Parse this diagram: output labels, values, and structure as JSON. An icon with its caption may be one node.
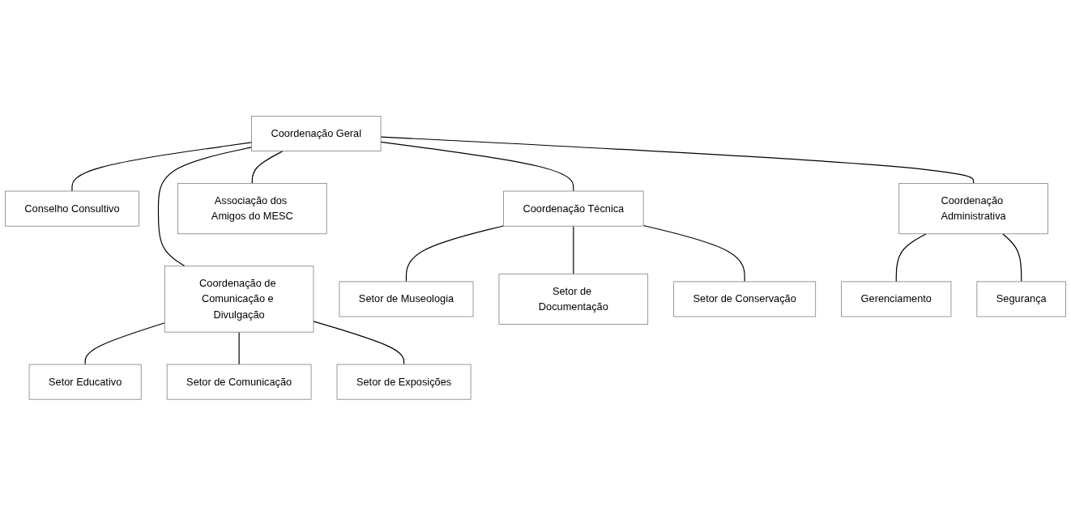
{
  "diagram": {
    "nodes": [
      {
        "text": [
          "Coordenação Geral"
        ]
      },
      {
        "text": [
          "Conselho Consultivo"
        ]
      },
      {
        "text": [
          "Associação dos Amigos do MESC"
        ]
      },
      {
        "text": [
          "Coordenação Técnica"
        ]
      },
      {
        "text": [
          "Coordenação de Comunicação e Divulgação"
        ]
      },
      {
        "text": [
          "Coordenação Administrativa"
        ]
      },
      {
        "text": [
          "Setor de Museologia"
        ]
      },
      {
        "text": [
          "Setor de Documentação"
        ]
      },
      {
        "text": [
          "Setor de Conservação"
        ]
      },
      {
        "text": [
          "Setor Educativo"
        ]
      },
      {
        "text": [
          "Setor de Comunicação"
        ]
      },
      {
        "text": [
          "Setor de Exposições"
        ]
      },
      {
        "text": [
          "Gerenciamento"
        ]
      },
      {
        "text": [
          "Segurança"
        ]
      }
    ],
    "edges": [
      {
        "from": 0,
        "to": 1,
        "arrow": "none"
      },
      {
        "from": 0,
        "to": 2,
        "arrow": "none"
      },
      {
        "from": 0,
        "to": 3,
        "arrow": "none"
      },
      {
        "from": 0,
        "to": 4,
        "arrow": "none"
      },
      {
        "from": 0,
        "to": 5,
        "arrow": "none"
      },
      {
        "from": 3,
        "to": 6,
        "arrow": "none"
      },
      {
        "from": 3,
        "to": 7,
        "arrow": "none"
      },
      {
        "from": 3,
        "to": 8,
        "arrow": "none"
      },
      {
        "from": 4,
        "to": 9,
        "arrow": "none"
      },
      {
        "from": 4,
        "to": 10,
        "arrow": "none"
      },
      {
        "from": 4,
        "to": 11,
        "arrow": "none"
      },
      {
        "from": 5,
        "to": 12,
        "arrow": "none"
      },
      {
        "from": 5,
        "to": 13,
        "arrow": "none"
      }
    ]
  }
}
